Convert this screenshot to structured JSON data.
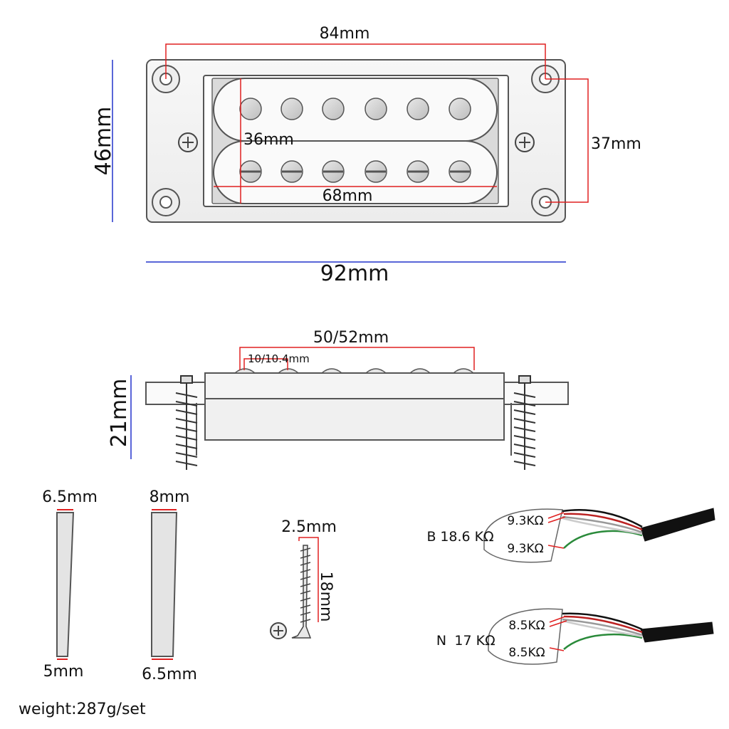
{
  "top_view": {
    "width_overall": "92mm",
    "height_overall": "46mm",
    "mount_hole_spacing": "84mm",
    "mount_hole_vertical": "37mm",
    "bobbin_width": "36mm",
    "bobbin_length": "68mm"
  },
  "side_view": {
    "pole_span": "50/52mm",
    "pole_spacing": "10/10.4mm",
    "height": "21mm"
  },
  "spacers": {
    "spacer_1_top": "6.5mm",
    "spacer_1_bottom": "5mm",
    "spacer_2_top": "8mm",
    "spacer_2_bottom": "6.5mm"
  },
  "screw": {
    "diameter": "2.5mm",
    "length": "18mm"
  },
  "wiring": {
    "bridge": {
      "tag": "B",
      "total": "18.6 KΩ",
      "coil_1": "9.3KΩ",
      "coil_2": "9.3KΩ"
    },
    "neck": {
      "tag": "N",
      "total": "17 KΩ",
      "coil_1": "8.5KΩ",
      "coil_2": "8.5KΩ"
    }
  },
  "weight": "weight:287g/set",
  "colors": {
    "dim_red": "#e02020",
    "dim_blue": "#2233cc",
    "outline": "#555555",
    "plate": "#f4f4f4"
  }
}
